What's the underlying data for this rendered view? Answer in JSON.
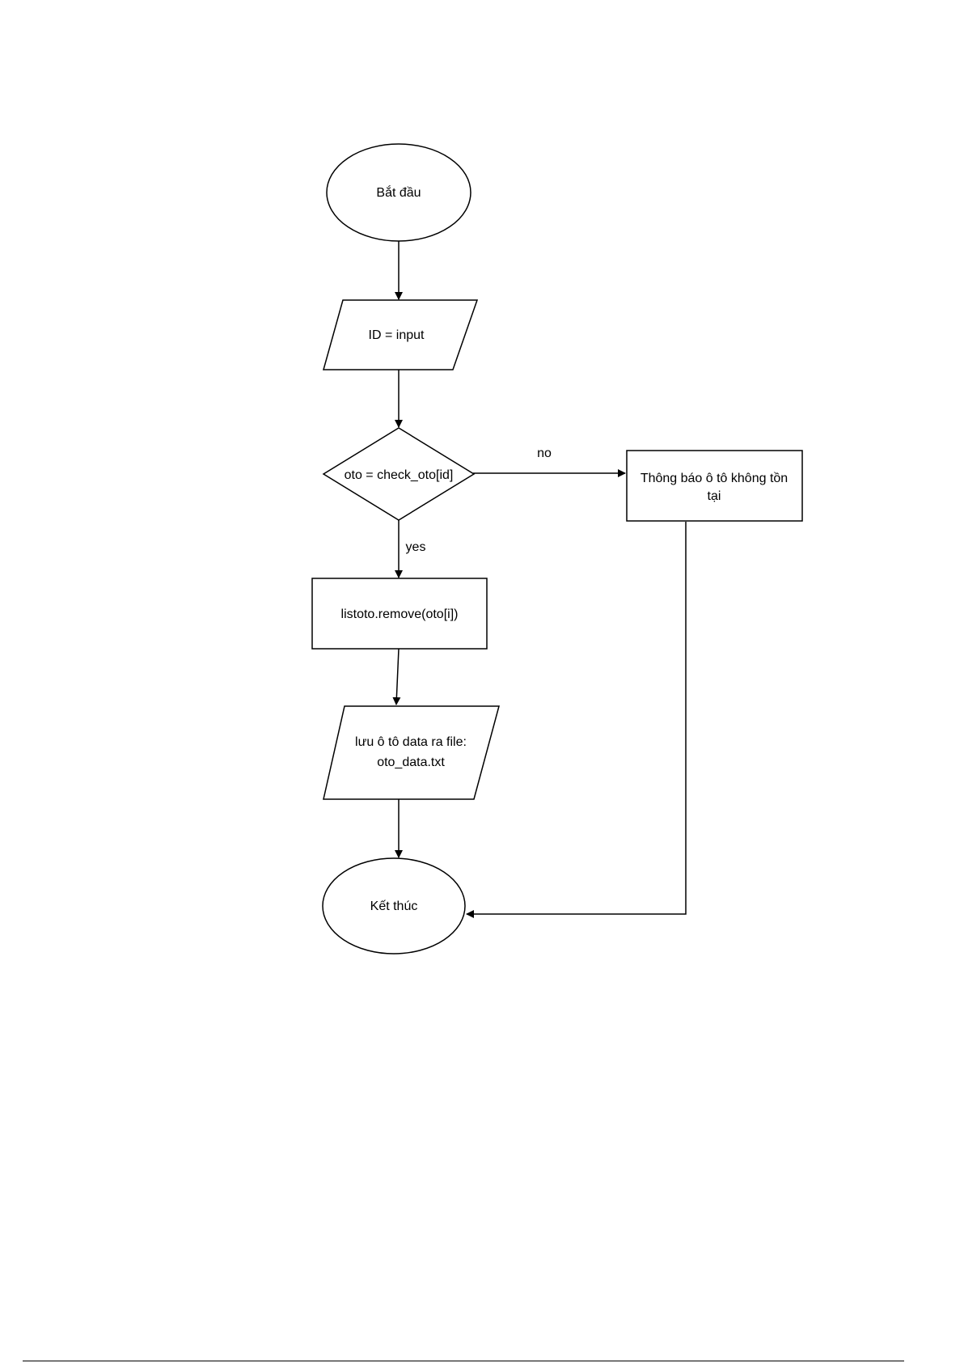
{
  "nodes": {
    "start": {
      "label": "Bắt đầu"
    },
    "input": {
      "label": "ID = input"
    },
    "check": {
      "label": "oto = check_oto[id]"
    },
    "notify": {
      "line1": "Thông báo ô tô không tồn",
      "line2": "tại"
    },
    "remove": {
      "label": "listoto.remove(oto[i])"
    },
    "save": {
      "line1": "lưu ô tô data ra file:",
      "line2": "oto_data.txt"
    },
    "end": {
      "label": "Kết thúc"
    }
  },
  "edges": {
    "no_label": "no",
    "yes_label": "yes"
  },
  "colors": {
    "stroke": "#000000",
    "fill": "#ffffff"
  }
}
